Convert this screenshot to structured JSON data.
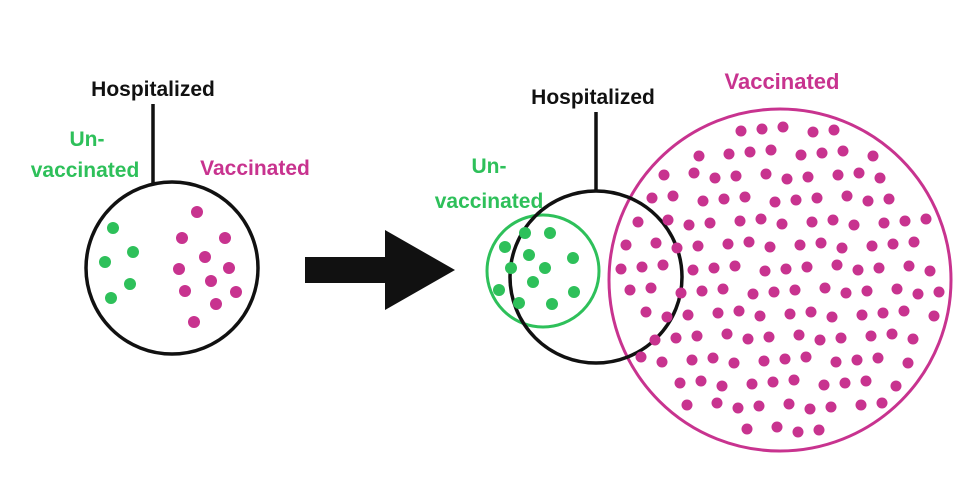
{
  "colors": {
    "hospitalized": "#111111",
    "unvaccinated": "#2ec05a",
    "vaccinated": "#c8338f",
    "arrow": "#111111",
    "background": "#ffffff"
  },
  "left_panel": {
    "hospitalized_label": "Hospitalized",
    "unvaccinated_label_line1": "Un-",
    "unvaccinated_label_line2": "vaccinated",
    "vaccinated_label": "Vaccinated"
  },
  "right_panel": {
    "hospitalized_label": "Hospitalized",
    "unvaccinated_label_line1": "Un-",
    "unvaccinated_label_line2": "vaccinated",
    "vaccinated_label": "Vaccinated"
  },
  "arrow_icon": "right-arrow-icon"
}
